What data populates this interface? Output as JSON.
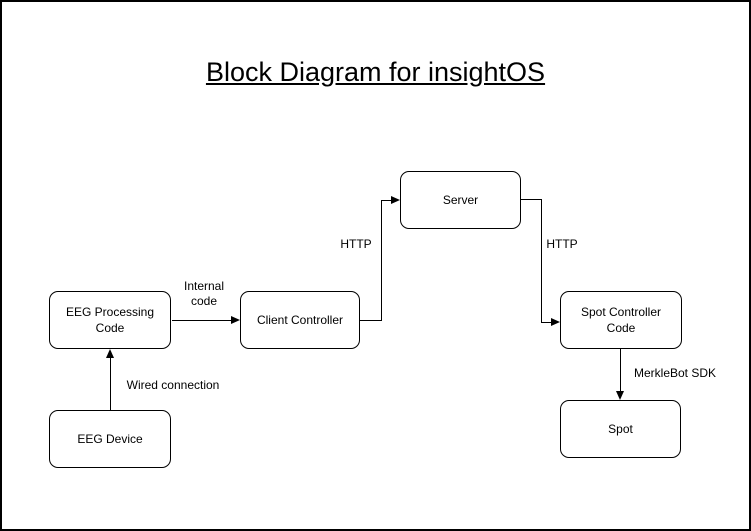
{
  "title": "Block Diagram for insightOS",
  "colors": {
    "background": "#ffffff",
    "node_fill": "#ffffff",
    "stroke": "#000000",
    "text": "#000000"
  },
  "nodes": {
    "server": {
      "label": "Server"
    },
    "eeg_processing": {
      "label": "EEG Processing Code"
    },
    "client_controller": {
      "label": "Client Controller"
    },
    "spot_controller": {
      "label": "Spot Controller Code"
    },
    "eeg_device": {
      "label": "EEG Device"
    },
    "spot": {
      "label": "Spot"
    }
  },
  "edges": {
    "internal_code": {
      "label": "Internal code",
      "from": "eeg_processing",
      "to": "client_controller"
    },
    "http_left": {
      "label": "HTTP",
      "from": "client_controller",
      "to": "server"
    },
    "http_right": {
      "label": "HTTP",
      "from": "server",
      "to": "spot_controller"
    },
    "wired_connection": {
      "label": "Wired connection",
      "from": "eeg_device",
      "to": "eeg_processing"
    },
    "merklebot_sdk": {
      "label": "MerkleBot SDK",
      "from": "spot_controller",
      "to": "spot"
    }
  }
}
